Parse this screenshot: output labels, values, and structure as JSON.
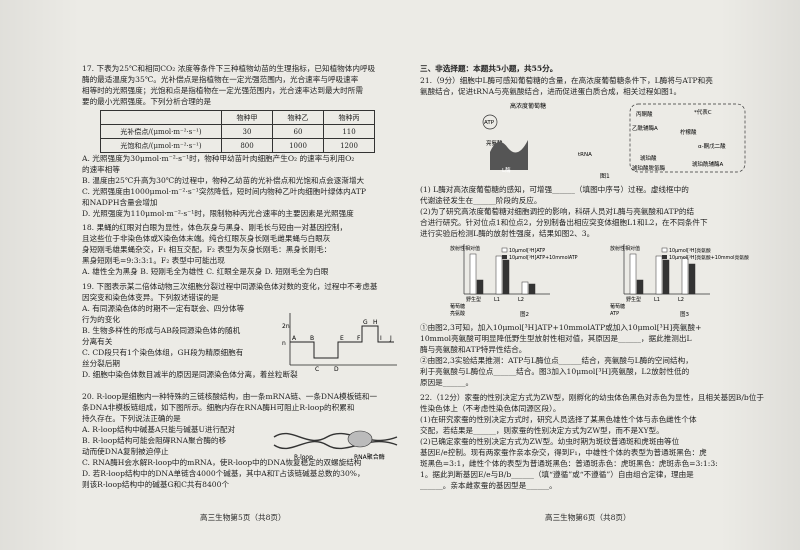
{
  "left": {
    "q17": [
      "17. 下表为25℃和相同CO₂ 浓度等条件下三种植物幼苗的生理指标，已知植物体内呼吸",
      "酶的最适温度为35℃。光补偿点是指植物在一定光强范围内，光合速率与呼吸速率",
      "相等时的光照强度；光饱和点是指植物在一定光强范围内，光合速率达到最大时所需",
      "要的最小光照强度。下列分析合理的是"
    ],
    "table": {
      "headers": [
        "",
        "物种甲",
        "物种乙",
        "物种丙"
      ],
      "rows": [
        [
          "光补偿点/(μmol·m⁻²·s⁻¹)",
          "30",
          "60",
          "110"
        ],
        [
          "光饱和点/(μmol·m⁻²·s⁻¹)",
          "800",
          "1000",
          "1200"
        ]
      ]
    },
    "q17opts": [
      "A. 光照强度为30μmol·m⁻²·s⁻¹时，物种甲幼苗叶肉细胞产生O₂ 的速率与利用O₂",
      "    的速率相等",
      "B. 温度由25℃升高为30℃的过程中，物种乙幼苗的光补偿点和光饱和点会逐渐增大",
      "C. 光照强度由1000μmol·m⁻²·s⁻¹突然降低，短时间内物种乙叶肉细胞叶绿体内ATP",
      "    和NADPH含量会增加",
      "D. 光照强度为110μmol·m⁻²·s⁻¹时，限制物种丙光合速率的主要因素是光照强度"
    ],
    "q18": [
      "18. 果蝇的红眼对白眼为显性，体色灰身与黑身、刚毛长与短由一对基因控制，",
      "    且这些位于非染色体或X染色体末端。纯合红眼灰身长刚毛雌果蝇与白眼灰",
      "    身短刚毛雄果蝇杂交，F₁ 相互交配，F₂ 表型为灰身长刚毛：黑身长刚毛：",
      "    黑身短刚毛=9:3:3:1。F₂ 表型中可能出现",
      "    A. 雄性全为黑身   B. 短刚毛全为雄性   C. 红眼全是灰身   D. 短刚毛全为白眼"
    ],
    "q19": [
      "19. 下图表示某二倍体动物三次细胞分裂过程中同源染色体对数的变化，过程中不考虑基",
      "    因突变和染色体变异。下列叙述错误的是",
      "    A. 有同源染色体的时期不一定有联会、四分体等",
      "       行为的变化",
      "    B. 生物多样性的形成与AB段同源染色体的随机",
      "       分离有关",
      "    C. CD段只有1个染色体组，GH段为精原细胞有",
      "       丝分裂后期",
      "    D. 细胞中染色体数目减半的原因是同源染色体分离，着丝粒断裂"
    ],
    "q20": [
      "20. R-loop是细胞内一种特殊的三链核酸结构，由一条mRNA链、一条DNA模板链和一",
      "    条DNA非模板链组成，如下图所示。细胞内存在RNA酶H可阻止R-loop的积累和",
      "    持久存在。下列说法正确的是",
      "    A. R-loop结构中碱基A只能与碱基U进行配对",
      "    B. R-loop结构可能会阻碍RNA聚合酶的移",
      "       动而使DNA复制被迫停止",
      "    C. RNA酶H会水解R-loop中的mRNA，使R-loop中的DNA恢复稳定的双螺旋结构",
      "    D. 若R-loop结构中的DNA单链含4000个碱基，其中A和T占该链碱基总数的30%，",
      "       则该R-loop结构中的碱基G和C共有8400个"
    ],
    "graph": {
      "yaxis": "同源染色体对数",
      "n": "n",
      "twon": "2n",
      "labels": [
        "A",
        "B",
        "C",
        "D",
        "E",
        "F",
        "G",
        "H",
        "I",
        "J"
      ]
    },
    "rloop": {
      "label1": "R-loop",
      "label2": "RNA聚合酶"
    },
    "footer": "高三生物第5页（共8页）"
  },
  "right": {
    "section": "三、非选择题：本题共5小题，共55分。",
    "q21": [
      "21.（9分）细胞中L酶可感知葡萄糖的含量，在高浓度葡萄糖条件下，L酶将与ATP和亮",
      "    氨酸结合，促进tRNA与亮氨酸结合，进而促进蛋白质合成，相关过程如图1。"
    ],
    "fig1": {
      "glucose": "高浓度葡萄糖",
      "atp": "ATP",
      "leu": "亮氨酸",
      "lenz": "L酶",
      "trna": "tRNA",
      "tca": "柠檬酸",
      "other": [
        "丙酮酸",
        "乙酰辅酶A",
        "*代表C",
        "α-酮戊二酸",
        "琥珀酸",
        "琥珀酸脱氢酶",
        "琥珀酰辅酶A"
      ],
      "caption": "图1"
    },
    "q21b": [
      "    (1) L酶对高浓度葡萄糖的感知，可增强______（填图中序号）过程。虚线框中的",
      "    代谢途径发生在______阶段的反应。",
      "    (2)为了研究高浓度葡萄糖对细胞调控的影响，科研人员对L酶与亮氨酸和ATP的结",
      "    合进行研究。针对位点1和位点2，分别制备出相应突变体细胞L1和L2，在不同条件下",
      "    进行实验后检测L酶的放射性强度，结果如图2、3。"
    ],
    "fig2": {
      "ylabel": "放射性相对值",
      "legend": [
        "10μmol[³H]ATP",
        "10μmol[³H]ATP+10mmolATP"
      ],
      "xlabels": [
        "野生型",
        "L1",
        "L2"
      ],
      "rows": [
        "葡萄糖",
        "亮氨酸"
      ],
      "caption": "图2"
    },
    "fig3": {
      "ylabel": "放射性相对值",
      "legend": [
        "10μmol[³H]亮氨酸",
        "10μmol[³H]亮氨酸+10mmol亮氨酸"
      ],
      "xlabels": [
        "野生型",
        "L1",
        "L2"
      ],
      "rows": [
        "葡萄糖",
        "ATP"
      ],
      "caption": "图3"
    },
    "q21c": [
      "    ①由图2,3可知，加入10μmol[³H]ATP+10mmolATP或加入10μmol[³H]亮氨酸+",
      "    10mmol亮氨酸可明显降低野生型放射性相对值，其原因是______，据此推测出L",
      "    酶与亮氨酸和ATP特异性结合。",
      "    ②由图2,3实验结果推测：ATP与L酶位点______结合，亮氨酸与L酶的空间结构，",
      "    利于亮氨酸与L酶位点______结合。图3加入10μmol[³H]亮氨酸，L2放射性低的",
      "    原因是______。"
    ],
    "q22": [
      "22.（12分）家蚕的性别决定方式为ZW型，刚孵化的幼虫体色黑色对赤色为显性，且相关基因B/b位于",
      "    性染色体上（不考虑性染色体同源区段）。",
      "    (1)在研究家蚕的性别决定方式时，研究人员选择了某黑色雄性个体与赤色雌性个体",
      "    交配，若结果是______，则家蚕的性别决定方式为ZW型，而不是XY型。",
      "    (2)已确定家蚕的性别决定方式为ZW型。幼虫时期为斑纹普通斑和虎斑由等位",
      "    基因E/e控制。现有两家蚕作亲本杂交，得到F₁，中雄性个体的表型为普通斑黑色：虎",
      "    斑黑色=3:1，雌性个体的表型为普通斑黑色：普通斑赤色：虎斑黑色：虎斑赤色=3:1:3:",
      "    1。据此判断基因E/e与B/b______（填“遵循”或“不遵循”）自由组合定律，理由是",
      "    ______。亲本雌家蚕的基因型是______。"
    ],
    "footer": "高三生物第6页（共8页）"
  }
}
